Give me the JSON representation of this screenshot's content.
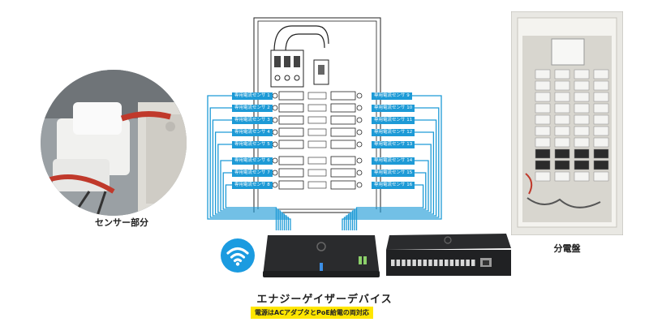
{
  "sensor_photo": {
    "caption": "センサー部分"
  },
  "panel_photo": {
    "caption": "分電盤"
  },
  "diagram": {
    "sensors_left": [
      "専用電流センサ 1",
      "専用電流センサ 2",
      "専用電流センサ 3",
      "専用電流センサ 4",
      "専用電流センサ 5",
      "専用電流センサ 6",
      "専用電流センサ 7",
      "専用電流センサ 8"
    ],
    "sensors_right": [
      "専用電流センサ 9",
      "専用電流センサ 10",
      "専用電流センサ 11",
      "専用電流センサ 12",
      "専用電流センサ 13",
      "専用電流センサ 14",
      "専用電流センサ 15",
      "専用電流センサ 16"
    ]
  },
  "device": {
    "title": "エナジーゲイザーデバイス",
    "power_note": "電源はACアダプタとPoE給電の両対応"
  },
  "colors": {
    "wire": "#1d9ad6",
    "accent": "#1b9be0",
    "note_bg": "#ffe600"
  },
  "icons": {
    "wifi": "wifi-icon"
  }
}
